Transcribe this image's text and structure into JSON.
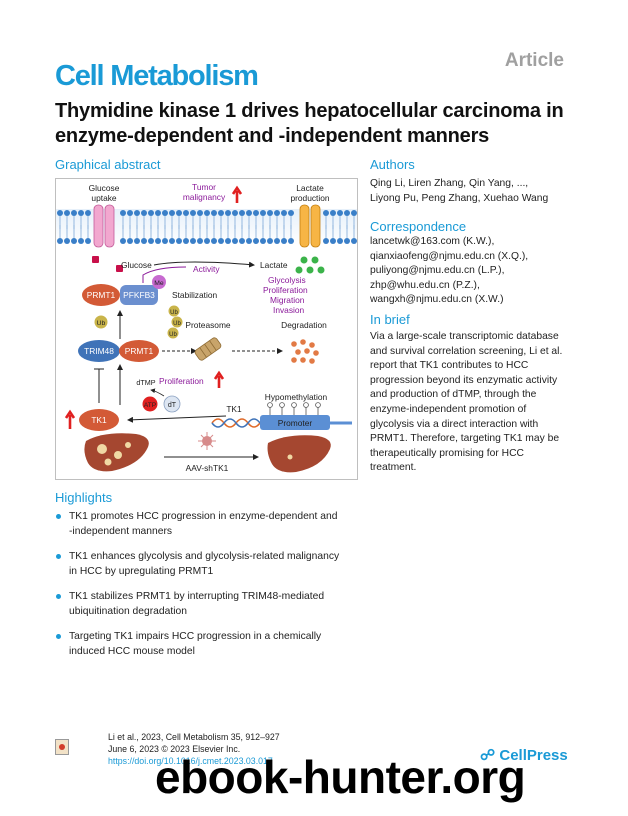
{
  "header": {
    "article_tag": "Article",
    "journal": "Cell Metabolism",
    "title": "Thymidine kinase 1 drives hepatocellular carcinoma in enzyme-dependent and -independent manners"
  },
  "graphical_abstract": {
    "heading": "Graphical abstract",
    "labels": {
      "glucose_uptake_1": "Glucose",
      "glucose_uptake_2": "uptake",
      "tumor_malignancy_1": "Tumor",
      "tumor_malignancy_2": "malignancy",
      "lactate_production_1": "Lactate",
      "lactate_production_2": "production",
      "glucose": "Glucose",
      "lactate": "Lactate",
      "activity": "Activity",
      "glycolysis": "Glycolysis",
      "proliferation_1": "Proliferation",
      "migration": "Migration",
      "invasion": "Invasion",
      "prmt1_a": "PRMT1",
      "pfkfb3": "PFKFB3",
      "me": "Me",
      "stabilization": "Stabilization",
      "ub1": "Ub",
      "ub2": "Ub",
      "ub3": "Ub",
      "ub4": "Ub",
      "proteasome": "Proteasome",
      "degradation": "Degradation",
      "trim48": "TRIM48",
      "prmt1_b": "PRMT1",
      "dtmp": "dTMP",
      "proliferation_2": "Proliferation",
      "atp": "ATP",
      "dt": "dT",
      "tk1_gene": "TK1",
      "hypomethylation": "Hypomethylation",
      "promoter": "Promoter",
      "tk1": "TK1",
      "aav": "AAV-shTK1"
    }
  },
  "authors": {
    "heading": "Authors",
    "line1": "Qing Li, Liren Zhang, Qin Yang, ...,",
    "line2": "Liyong Pu, Peng Zhang, Xuehao Wang"
  },
  "correspondence": {
    "heading": "Correspondence",
    "lines": [
      "lancetwk@163.com (K.W.),",
      "qianxiaofeng@njmu.edu.cn (X.Q.),",
      "puliyong@njmu.edu.cn (L.P.),",
      "zhp@whu.edu.cn (P.Z.),",
      "wangxh@njmu.edu.cn (X.W.)"
    ]
  },
  "in_brief": {
    "heading": "In brief",
    "lines": [
      "Via a large-scale transcriptomic database",
      "and survival correlation screening, Li et al.",
      "report that TK1 contributes to HCC",
      "progression beyond its enzymatic activity",
      "and production of dTMP, through the",
      "enzyme-independent promotion of",
      "glycolysis via a direct interaction with",
      "PRMT1. Therefore, targeting TK1 may be",
      "therapeutically promising for HCC",
      "treatment."
    ]
  },
  "highlights": {
    "heading": "Highlights",
    "items": [
      {
        "l1": "TK1 promotes HCC progression in enzyme-dependent and",
        "l2": "-independent manners"
      },
      {
        "l1": "TK1 enhances glycolysis and glycolysis-related malignancy",
        "l2": "in HCC by upregulating PRMT1"
      },
      {
        "l1": "TK1 stabilizes PRMT1 by interrupting TRIM48-mediated",
        "l2": "ubiquitination degradation"
      },
      {
        "l1": "Targeting TK1 impairs HCC progression in a chemically",
        "l2": "induced HCC mouse model"
      }
    ]
  },
  "footer": {
    "citation": "Li et al., 2023, Cell Metabolism 35, 912–927",
    "date": "June 6, 2023 © 2023 Elsevier Inc.",
    "doi": "https://doi.org/10.1016/j.cmet.2023.03.017",
    "publisher": "CellPress",
    "watermark": "ebook-hunter.org"
  },
  "colors": {
    "accent_blue": "#1a9ad6",
    "arrow_red": "#e02020",
    "label_purple": "#8b1a9a",
    "membrane_blue": "#3a7fc8",
    "protein_orange": "#d35a36",
    "protein_blue": "#3f73b8"
  }
}
